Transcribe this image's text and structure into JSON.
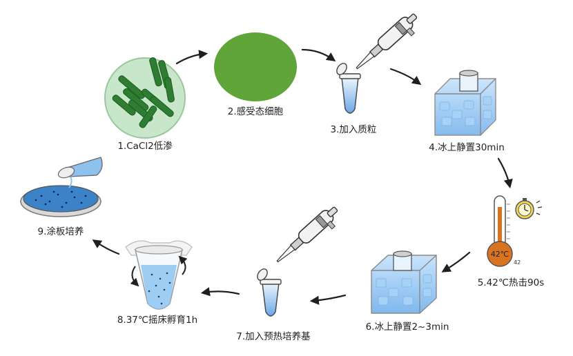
{
  "steps": [
    {
      "id": 1,
      "label": "1.CaCl2低渗",
      "icon": "bacteria-dish-icon"
    },
    {
      "id": 2,
      "label": "2.感受态细胞",
      "icon": "competent-cells-icon"
    },
    {
      "id": 3,
      "label": "3.加入质粒",
      "icon": "pipette-tube-icon"
    },
    {
      "id": 4,
      "label": "4.冰上静置30min",
      "icon": "ice-box-icon"
    },
    {
      "id": 5,
      "label": "5.42℃热击90s",
      "icon": "thermometer-timer-icon"
    },
    {
      "id": 6,
      "label": "6.冰上静置2~3min",
      "icon": "ice-box-icon"
    },
    {
      "id": 7,
      "label": "7.加入预热培养基",
      "icon": "pipette-tube-icon"
    },
    {
      "id": 8,
      "label": "8.37℃摇床孵育1h",
      "icon": "shaking-tube-icon"
    },
    {
      "id": 9,
      "label": "9.涂板培养",
      "icon": "plating-dish-icon"
    }
  ],
  "thermometer": {
    "display": "42℃",
    "small": "42"
  },
  "colors": {
    "green_dark": "#2e7d32",
    "green_light": "#c8e6c9",
    "green_fill": "#5fa53a",
    "ice_blue": "#8ec5f2",
    "liquid_blue": "#6aa8e6",
    "thermo_orange": "#d9731f",
    "arrow": "#1f1f1f"
  }
}
